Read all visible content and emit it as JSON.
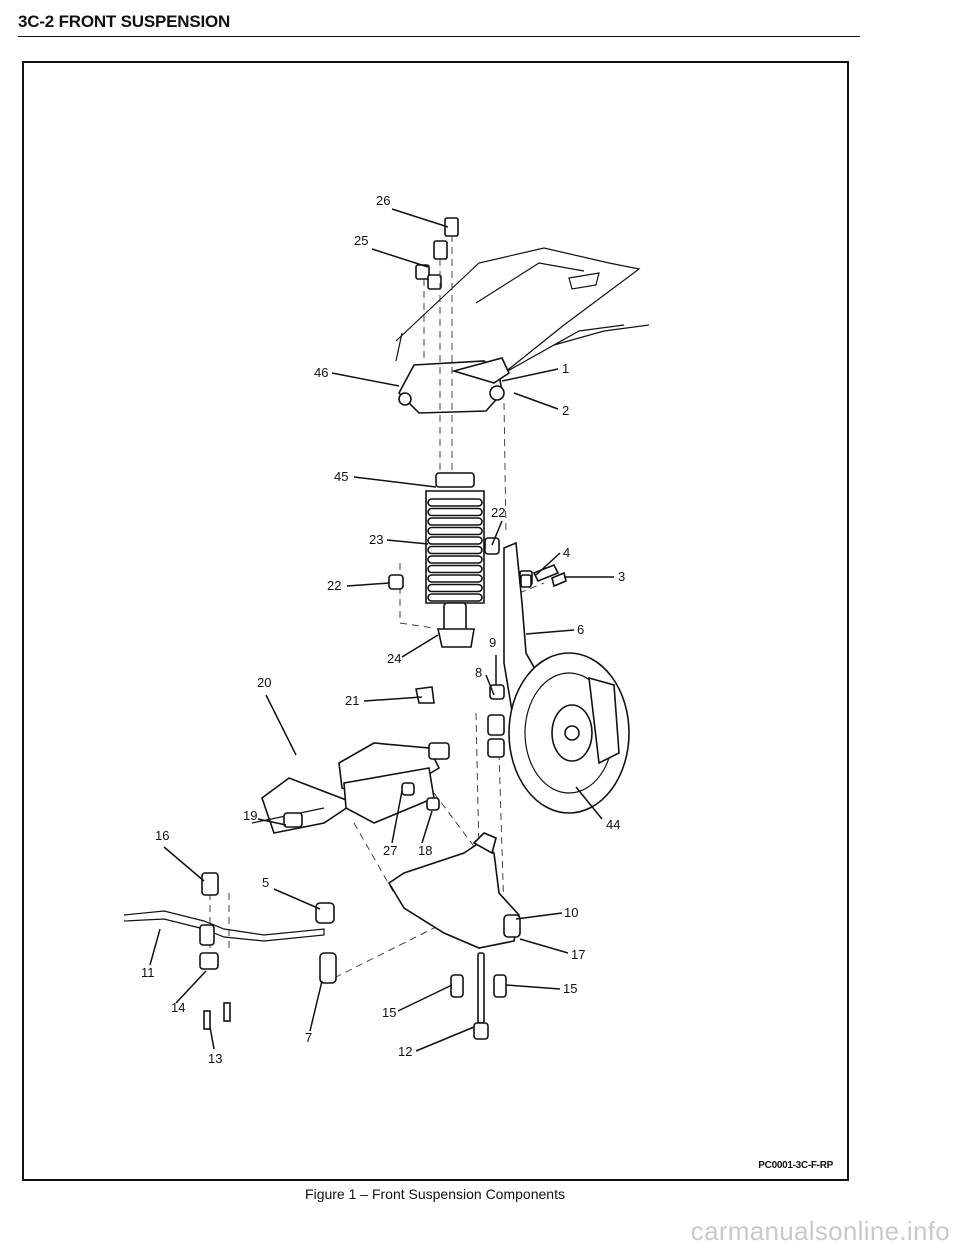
{
  "header": {
    "title": "3C-2 FRONT SUSPENSION"
  },
  "figure": {
    "code": "PC0001-3C-F-RP",
    "caption": "Figure 1 – Front Suspension Components",
    "callouts": [
      "26",
      "25",
      "46",
      "1",
      "2",
      "45",
      "22",
      "23",
      "4",
      "3",
      "22",
      "6",
      "9",
      "24",
      "8",
      "20",
      "21",
      "44",
      "19",
      "16",
      "27",
      "18",
      "5",
      "10",
      "17",
      "11",
      "15",
      "14",
      "15",
      "7",
      "13",
      "12"
    ]
  },
  "watermark": "carmanualsonline.info"
}
